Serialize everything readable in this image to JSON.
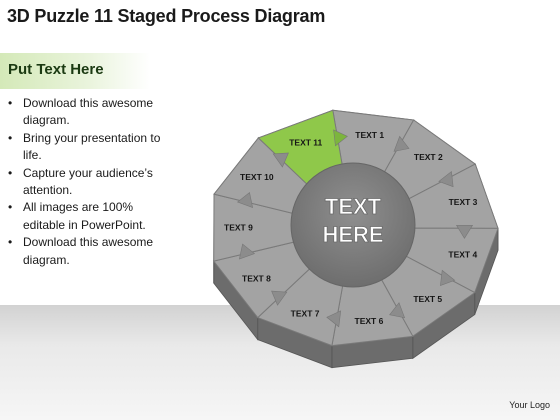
{
  "title": "3D Puzzle 11 Staged Process Diagram",
  "subtitle": "Put Text Here",
  "bullets": [
    "Download this awesome diagram.",
    "Bring your presentation to life.",
    "Capture your audience’s attention.",
    "All images are 100% editable in PowerPoint.",
    "Download this awesome diagram."
  ],
  "center": {
    "line1": "TEXT",
    "line2": "HERE"
  },
  "segments": [
    {
      "label": "TEXT 1",
      "highlighted": false
    },
    {
      "label": "TEXT 2",
      "highlighted": false
    },
    {
      "label": "TEXT 3",
      "highlighted": false
    },
    {
      "label": "TEXT 4",
      "highlighted": false
    },
    {
      "label": "TEXT 5",
      "highlighted": false
    },
    {
      "label": "TEXT 6",
      "highlighted": false
    },
    {
      "label": "TEXT 7",
      "highlighted": false
    },
    {
      "label": "TEXT 8",
      "highlighted": false
    },
    {
      "label": "TEXT 9",
      "highlighted": false
    },
    {
      "label": "TEXT 10",
      "highlighted": false
    },
    {
      "label": "TEXT 11",
      "highlighted": true
    }
  ],
  "logo": "Your Logo",
  "colors": {
    "segment": "#a3a3a3",
    "segment_highlight": "#8fc84a",
    "side": "#6c6c6c",
    "hub": "#7d7d7d"
  }
}
